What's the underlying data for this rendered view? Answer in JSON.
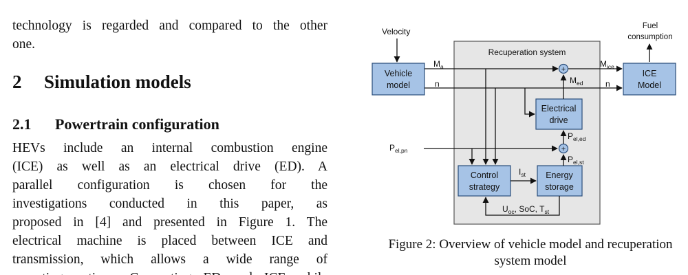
{
  "page": {
    "intro_lines": [
      "technology is regarded and compared to the other",
      "one."
    ],
    "section": {
      "number": "2",
      "title": "Simulation models"
    },
    "subsection": {
      "number": "2.1",
      "title": "Powertrain configuration"
    },
    "body_lines": [
      "HEVs include an internal combustion engine",
      "(ICE) as well as an electrical drive (ED). A",
      "parallel configuration is chosen for the",
      "investigations conducted in this paper, as",
      "proposed in [4] and presented in Figure 1. The",
      "electrical machine is placed between ICE and",
      "transmission, which allows a wide range of",
      "operating options. Connecting ED and ICE while"
    ]
  },
  "figure": {
    "caption_lines": [
      "Figure 2: Overview of vehicle model and recuperation",
      "system model"
    ],
    "colors": {
      "block_fill": "#a6c3e6",
      "block_stroke": "#2a4d7a",
      "system_fill": "#e6e6e6",
      "system_stroke": "#555555",
      "arrow": "#111111"
    },
    "inputs": {
      "velocity": "Velocity",
      "pel_main": "P",
      "pel_sub": "el,pn"
    },
    "output": {
      "line1": "Fuel",
      "line2": "consumption"
    },
    "system_title": "Recuperation system",
    "blocks": {
      "vehicle": [
        "Vehicle",
        "model"
      ],
      "ice": [
        "ICE",
        "Model"
      ],
      "drive": [
        "Electrical",
        "drive"
      ],
      "control": [
        "Control",
        "strategy"
      ],
      "storage": [
        "Energy",
        "storage"
      ]
    },
    "signals": {
      "ma": {
        "main": "M",
        "sub": "a"
      },
      "n_left": {
        "main": "n"
      },
      "mice": {
        "main": "M",
        "sub": "ice"
      },
      "n_right": {
        "main": "n"
      },
      "med": {
        "main": "M",
        "sub": "ed"
      },
      "peled": {
        "main": "P",
        "sub": "el,ed"
      },
      "pelst": {
        "main": "P",
        "sub": "el,st"
      },
      "ist": {
        "main": "I",
        "sub": "st"
      },
      "feedback": {
        "u": "U",
        "u_sub": "oc",
        "mid": ", SoC, T",
        "t_sub": "st"
      }
    },
    "sum_symbol": "+"
  }
}
